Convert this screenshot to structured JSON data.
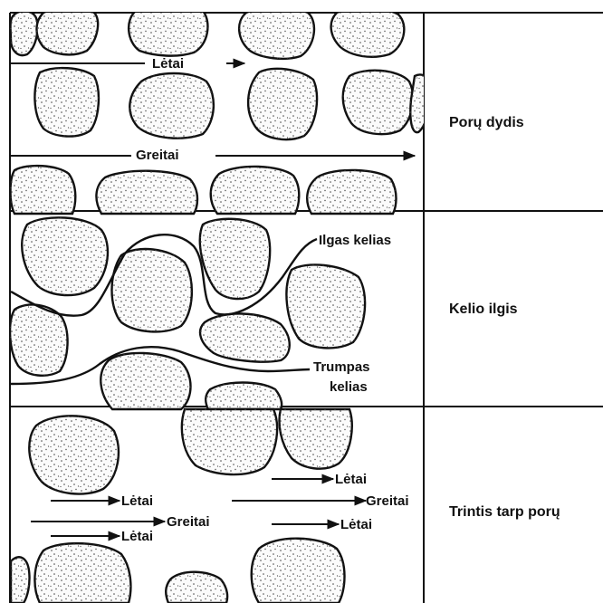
{
  "rows": [
    {
      "label": "Porų dydis",
      "annotations": [
        "Lėtai",
        "Greitai"
      ]
    },
    {
      "label": "Kelio ilgis",
      "annotations": [
        "Ilgas kelias",
        "Trumpas",
        "kelias"
      ]
    },
    {
      "label": "Trintis tarp porų",
      "annotations": [
        "Lėtai",
        "Lėtai",
        "Greitai",
        "Lėtai",
        "Greitai",
        "Lėtai"
      ]
    }
  ],
  "colors": {
    "ink": "#111111",
    "grain_fill": "#fbfbfb",
    "speckle": "#444444",
    "background": "#ffffff"
  }
}
